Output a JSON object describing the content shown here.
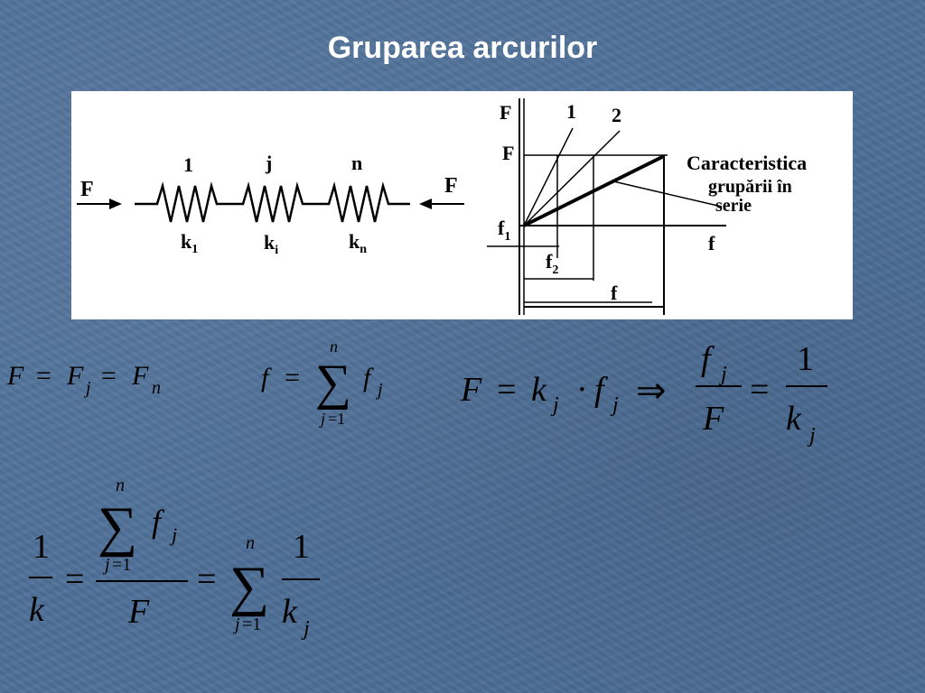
{
  "slide": {
    "title": "Gruparea arcurilor"
  },
  "diagram": {
    "left_force_label": "F",
    "right_force_label": "F",
    "spring_top_labels": [
      "1",
      "j",
      "n"
    ],
    "spring_bottom_labels": [
      {
        "base": "k",
        "sub": "1"
      },
      {
        "base": "k",
        "sub": "i"
      },
      {
        "base": "k",
        "sub": "n"
      }
    ],
    "graph": {
      "y_axis_label": "F",
      "y_tick_label": "F",
      "x_axis_label": "f",
      "line_labels": [
        "1",
        "2"
      ],
      "f1_label": {
        "base": "f",
        "sub": "1"
      },
      "f2_label": {
        "base": "f",
        "sub": "2"
      },
      "f_total_label": "f",
      "caption_lines": [
        "Caracteristica",
        "grupării în",
        "serie"
      ]
    }
  },
  "formulas": {
    "eq1": {
      "text": "F = Fj = Fn"
    },
    "eq2": {
      "text": "f = Σ(j=1..n) fj"
    },
    "eq3": {
      "text": "F = kj · fj ⇒ fj/F = 1/kj"
    },
    "eq4": {
      "text": "1/k = Σ(j=1..n) fj / F = Σ(j=1..n) 1/kj"
    }
  }
}
